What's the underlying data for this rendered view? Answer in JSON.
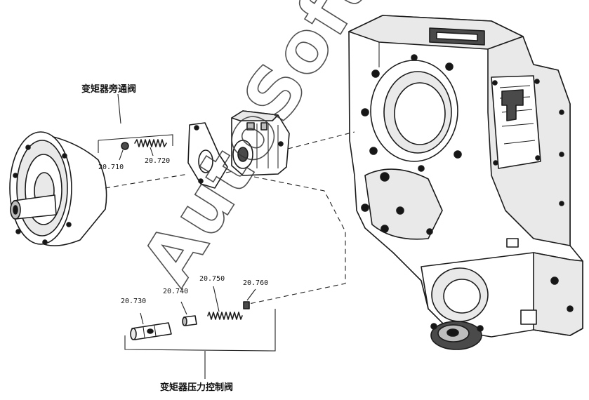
{
  "labels": {
    "bypass_valve_caption": "变矩器旁通阀",
    "pressure_valve_caption": "变矩器压力控制阀",
    "part_20_710": "20.710",
    "part_20_720": "20.720",
    "part_20_730": "20.730",
    "part_20_740": "20.740",
    "part_20_750": "20.750",
    "part_20_760": "20.760"
  },
  "watermark": {
    "text": "AutoSoft"
  }
}
